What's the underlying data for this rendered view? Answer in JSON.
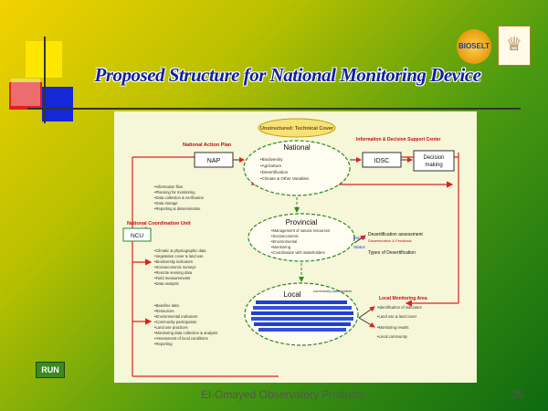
{
  "slide": {
    "title": "Proposed Structure for National Monitoring Device",
    "footer": "El-Omayed Observatory Products",
    "page_number": "35",
    "run_button": "RUN",
    "logo_badge": "BIOSELT"
  },
  "diagram": {
    "top_oval": "Unstructured: Technical Cover",
    "national_label": "National",
    "national_bullets": [
      "•Biodiversity",
      "•Agriculture",
      "•Desertification",
      "•Climate & Other Variables"
    ],
    "nap_box": "NAP",
    "idsc_box": "IDSC",
    "decision_box": "Decision making",
    "nap_heading": "National Action Plan",
    "idsc_heading": "Information & Decision Support Center",
    "provincial_label": "Provincial",
    "provincial_bullets": [
      "•Management of natural resources",
      "•Socioeconomic",
      "•Environmental",
      "•Monitoring",
      "•Coordination with stakeholders"
    ],
    "ncu_box": "NCU",
    "ncu_heading": "National Coordination Unit",
    "upper_left_bullets": [
      "•Information flow",
      "•Planning for monitoring",
      "•Data collection & verification",
      "•Data storage",
      "•Reporting & dissemination"
    ],
    "middle_left_bullets": [
      "•Climatic & physiographic data",
      "•Vegetation cover & land use",
      "•Biodiversity indicators",
      "•Socioeconomic surveys",
      "•Remote sensing data",
      "•Field measurements",
      "•Data analysis"
    ],
    "lower_left_bullets": [
      "•Baseline data",
      "•Resources",
      "•Environmental indicators",
      "•Community participation",
      "•Land use practices",
      "•Monitoring data collection & analysis",
      "•Assessment of local conditions",
      "•Reporting"
    ],
    "right_mid_heading": "Dissemination & Feedback",
    "right_mid_items": [
      "Desertification assessment",
      "Types of Desertification"
    ],
    "local_label": "Local",
    "local_sublabel": "community participation",
    "right_bottom_heading": "Local Monitoring Area",
    "right_bottom_items": [
      "•Identification of indicators",
      "•Land use & land cover",
      "•Monitoring results",
      "•Local community"
    ],
    "arrow_label_impact": "Impact",
    "arrow_label_status": "Status"
  }
}
